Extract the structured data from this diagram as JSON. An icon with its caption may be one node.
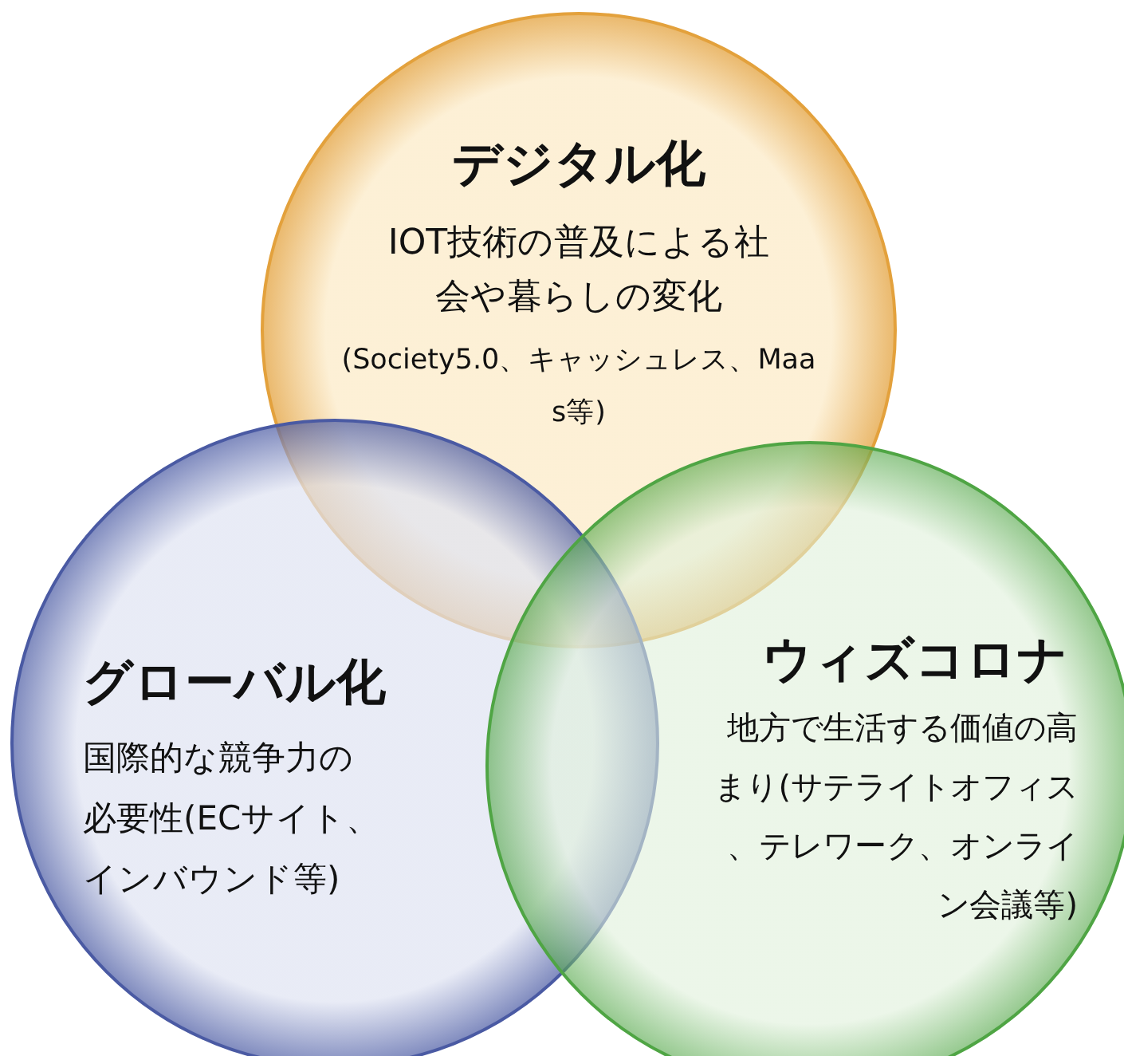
{
  "diagram": {
    "nodes": [
      {
        "text": [
          "デジタル化",
          "IOT技術の普及による社会や暮らしの変化",
          "(Society5.0、キャッシュレス、Maas等)"
        ]
      },
      {
        "text": [
          "グローバル化",
          "国際的な競争力の必要性(ECサイト、インバウンド等)"
        ]
      },
      {
        "text": [
          "ウィズコロナ",
          "地方で生活する価値の高まり(サテライトオフィス、テレワーク、オンライン会議等)"
        ]
      }
    ]
  }
}
